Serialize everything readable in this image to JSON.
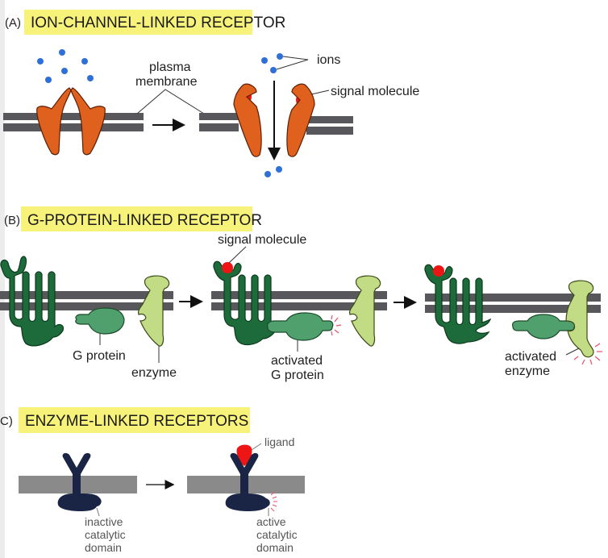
{
  "colors": {
    "header_bg": "#f7f27a",
    "membrane": "#58585c",
    "membrane_c": "#8a8a8a",
    "ion": "#2f6fd8",
    "channel": "#e0601e",
    "signal": "#ee1515",
    "receptor_g": "#1d6b3a",
    "g_protein": "#4fa06c",
    "enzyme": "#c2dc86",
    "enzyme_receptor": "#1a2545",
    "activation_rays": "#e8506e"
  },
  "panels": [
    {
      "letter": "(A)",
      "title": "ION-CHANNEL-LINKED RECEPTOR",
      "labels": {
        "plasma": "plasma",
        "membrane": "membrane",
        "ions": "ions",
        "signal_molecule": "signal molecule"
      }
    },
    {
      "letter": "(B)",
      "title": "G-PROTEIN-LINKED RECEPTOR",
      "labels": {
        "signal_molecule": "signal molecule",
        "g_protein": "G protein",
        "enzyme": "enzyme",
        "activated_g_1": "activated",
        "activated_g_2": "G protein",
        "activated_e_1": "activated",
        "activated_e_2": "enzyme"
      }
    },
    {
      "letter": "C)",
      "title": "ENZYME-LINKED RECEPTORS",
      "labels": {
        "ligand": "ligand",
        "inactive_1": "inactive",
        "inactive_2": "catalytic",
        "inactive_3": "domain",
        "active_1": "active",
        "active_2": "catalytic",
        "active_3": "domain"
      }
    }
  ]
}
